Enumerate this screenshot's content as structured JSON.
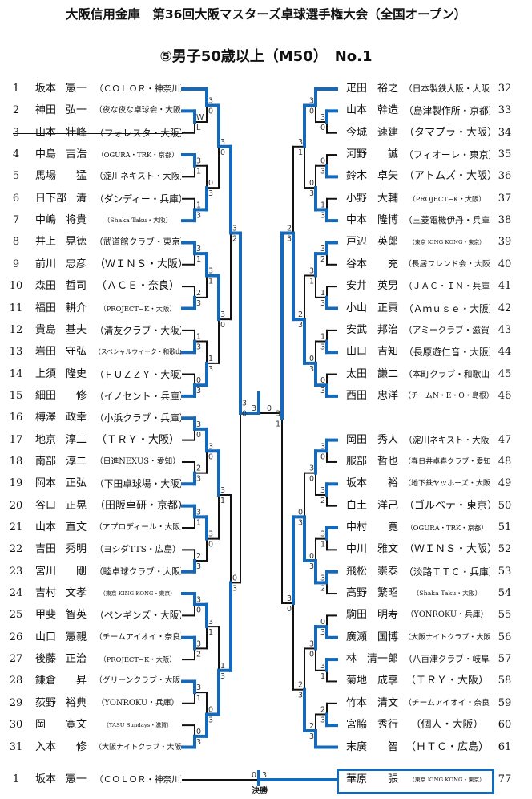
{
  "header": {
    "title": "大阪信用金庫　第36回大阪マスターズ卓球選手権大会（全国オープン）",
    "subtitle": "⑤男子50歳以上（M50）　No.1"
  },
  "colors": {
    "winner_line": "#1569b8",
    "loser_line": "#111111"
  },
  "players_left": [
    {
      "no": "1",
      "surname": "坂本",
      "given": "憲一",
      "team": "（ＣＯＬＯＲ・神奈川）"
    },
    {
      "no": "2",
      "surname": "神田",
      "given": "弘一",
      "team": "（夜な夜な卓球会・大阪）"
    },
    {
      "no": "3",
      "surname": "山本",
      "given": "壮峰",
      "team": "（フォレスタ・大阪）",
      "withdrawn": true
    },
    {
      "no": "4",
      "surname": "中島",
      "given": "吉浩",
      "team": "（OGURA・TRK・京都）"
    },
    {
      "no": "5",
      "surname": "馬場",
      "given": "猛",
      "team": "（淀川ネキスト・大阪）"
    },
    {
      "no": "6",
      "surname": "日下部",
      "given": "清",
      "team": "（ダンディー・兵庫）"
    },
    {
      "no": "7",
      "surname": "中嶋",
      "given": "将貴",
      "team": "（Shaka Taku・大阪）"
    },
    {
      "no": "8",
      "surname": "井上",
      "given": "晃徳",
      "team": "（武道館クラブ・東京）"
    },
    {
      "no": "9",
      "surname": "前川",
      "given": "忠彦",
      "team": "（ＷＩＮＳ・大阪）"
    },
    {
      "no": "10",
      "surname": "森田",
      "given": "哲司",
      "team": "（ＡＣＥ・奈良）"
    },
    {
      "no": "11",
      "surname": "福田",
      "given": "耕介",
      "team": "（PROJECT−K・大阪）"
    },
    {
      "no": "12",
      "surname": "貴島",
      "given": "基夫",
      "team": "（清友クラブ・大阪）"
    },
    {
      "no": "13",
      "surname": "岩田",
      "given": "守弘",
      "team": "（スペシャルウィーク・和歌山）"
    },
    {
      "no": "14",
      "surname": "上須",
      "given": "隆史",
      "team": "（ＦＵＺＺＹ・大阪）"
    },
    {
      "no": "15",
      "surname": "細田",
      "given": "修",
      "team": "（イノセント・兵庫）"
    },
    {
      "no": "16",
      "surname": "榑澤",
      "given": "政幸",
      "team": "（小浜クラブ・兵庫）"
    },
    {
      "no": "17",
      "surname": "地京",
      "given": "淳二",
      "team": "（ＴＲＹ・大阪）"
    },
    {
      "no": "18",
      "surname": "南部",
      "given": "淳二",
      "team": "（日進NEXUS・愛知）"
    },
    {
      "no": "19",
      "surname": "岡本",
      "given": "正弘",
      "team": "（下田卓球場・大阪）"
    },
    {
      "no": "20",
      "surname": "谷口",
      "given": "正晃",
      "team": "（田阪卓研・京都）"
    },
    {
      "no": "21",
      "surname": "山本",
      "given": "直文",
      "team": "（アプロディール・大阪）"
    },
    {
      "no": "22",
      "surname": "吉田",
      "given": "秀明",
      "team": "（ヨシダTTS・広島）"
    },
    {
      "no": "23",
      "surname": "宮川",
      "given": "剛",
      "team": "（睦卓球クラブ・大阪）"
    },
    {
      "no": "24",
      "surname": "吉村",
      "given": "文孝",
      "team": "（東京 KING KONG・東京）"
    },
    {
      "no": "25",
      "surname": "甲斐",
      "given": "智英",
      "team": "（ペンギンズ・大阪）"
    },
    {
      "no": "26",
      "surname": "山口",
      "given": "憲親",
      "team": "（チームアイオイ・奈良）"
    },
    {
      "no": "27",
      "surname": "後藤",
      "given": "正治",
      "team": "（PROJECT−K・大阪）"
    },
    {
      "no": "28",
      "surname": "鎌倉",
      "given": "昇",
      "team": "（グリーンクラブ・大阪）"
    },
    {
      "no": "29",
      "surname": "荻野",
      "given": "裕典",
      "team": "（YONROKU・兵庫）"
    },
    {
      "no": "30",
      "surname": "岡",
      "given": "寛文",
      "team": "（YASU Sundays・滋賀）"
    },
    {
      "no": "31",
      "surname": "入本",
      "given": "修",
      "team": "（大阪ナイトクラブ・大阪）"
    }
  ],
  "players_right": [
    {
      "no": "32",
      "surname": "疋田",
      "given": "裕之",
      "team": "（日本製鉄大阪・大阪）"
    },
    {
      "no": "33",
      "surname": "山本",
      "given": "幹造",
      "team": "（島津製作所・京都）"
    },
    {
      "no": "34",
      "surname": "今城",
      "given": "速建",
      "team": "（タマプラ・大阪）"
    },
    {
      "no": "35",
      "surname": "河野",
      "given": "誠",
      "team": "（フィオーレ・東京）"
    },
    {
      "no": "36",
      "surname": "鈴木",
      "given": "卓矢",
      "team": "（アトムズ・大阪）"
    },
    {
      "no": "37",
      "surname": "小野",
      "given": "大輔",
      "team": "（PROJECT−K・大阪）"
    },
    {
      "no": "38",
      "surname": "中本",
      "given": "隆博",
      "team": "（三菱電機伊丹・兵庫）"
    },
    {
      "no": "39",
      "surname": "戸辺",
      "given": "英郎",
      "team": "（東京 KING KONG・東京）"
    },
    {
      "no": "40",
      "surname": "谷本",
      "given": "充",
      "team": "（長居フレンド会・大阪）"
    },
    {
      "no": "41",
      "surname": "安井",
      "given": "英男",
      "team": "（ＪＡＣ・ＩＮ・兵庫）"
    },
    {
      "no": "42",
      "surname": "小山",
      "given": "正貢",
      "team": "（Ａｍｕｓｅ・大阪）"
    },
    {
      "no": "43",
      "surname": "安武",
      "given": "邦治",
      "team": "（アミークラブ・滋賀）"
    },
    {
      "no": "44",
      "surname": "山口",
      "given": "吉知",
      "team": "（長原遊仁音・大阪）"
    },
    {
      "no": "45",
      "surname": "太田",
      "given": "謙二",
      "team": "（本町クラブ・和歌山）"
    },
    {
      "no": "46",
      "surname": "西田",
      "given": "忠洋",
      "team": "（チームN・E・O・島根）"
    },
    {
      "no": "47",
      "surname": "岡田",
      "given": "秀人",
      "team": "（淀川ネキスト・大阪）"
    },
    {
      "no": "48",
      "surname": "服部",
      "given": "哲也",
      "team": "（春日井卓春クラブ・愛知）"
    },
    {
      "no": "49",
      "surname": "坂本",
      "given": "裕",
      "team": "（地下鉄ヤッホーズ・大阪）"
    },
    {
      "no": "50",
      "surname": "白土",
      "given": "洋己",
      "team": "（ゴルベテ・東京）"
    },
    {
      "no": "51",
      "surname": "中村",
      "given": "寛",
      "team": "（OGURA・TRK・京都）"
    },
    {
      "no": "52",
      "surname": "中川",
      "given": "雅文",
      "team": "（ＷＩＮＳ・大阪）"
    },
    {
      "no": "53",
      "surname": "飛松",
      "given": "崇泰",
      "team": "（淡路ＴＴＣ・兵庫）"
    },
    {
      "no": "54",
      "surname": "高野",
      "given": "繁昭",
      "team": "（Shaka Taku・大阪）"
    },
    {
      "no": "55",
      "surname": "駒田",
      "given": "明寿",
      "team": "（YONROKU・兵庫）"
    },
    {
      "no": "56",
      "surname": "廣瀬",
      "given": "国博",
      "team": "（大阪ナイトクラブ・大阪）"
    },
    {
      "no": "57",
      "surname": "林",
      "given": "清一郎",
      "team": "（八百津クラブ・岐阜）"
    },
    {
      "no": "58",
      "surname": "菊地",
      "given": "成享",
      "team": "（ＴＲＹ・大阪）"
    },
    {
      "no": "59",
      "surname": "竹本",
      "given": "清文",
      "team": "（チームアイオイ・奈良）"
    },
    {
      "no": "60",
      "surname": "宮脇",
      "given": "秀行",
      "team": "（個人・大阪）"
    },
    {
      "no": "61",
      "surname": "末廣",
      "given": "智",
      "team": "（ＨＴＣ・広島）"
    }
  ],
  "bracket_left": {
    "m": [
      {
        "m": [
          {
            "m": [
              {
                "m": [
                  1,
                  {
                    "m": [
                      2,
                      3
                    ],
                    "s": [
                      "W",
                      "L"
                    ],
                    "w": 0
                  }
                ],
                "s": [
                  3,
                  0
                ],
                "w": 0
              },
              {
                "m": [
                  {
                    "m": [
                      4,
                      5
                    ],
                    "s": [
                      3,
                      1
                    ],
                    "w": 0
                  },
                  {
                    "m": [
                      6,
                      7
                    ],
                    "s": [
                      1,
                      3
                    ],
                    "w": 1
                  }
                ],
                "s": [
                  0,
                  3
                ],
                "w": 1
              }
            ],
            "s": [
              3,
              0
            ],
            "w": 0
          },
          {
            "m": [
              {
                "m": [
                  {
                    "m": [
                      8,
                      9
                    ],
                    "s": [
                      3,
                      1
                    ],
                    "w": 0
                  },
                  {
                    "m": [
                      10,
                      11
                    ],
                    "s": [
                      2,
                      3
                    ],
                    "w": 1
                  }
                ],
                "s": [
                  3,
                  1
                ],
                "w": 0
              },
              {
                "m": [
                  {
                    "m": [
                      12,
                      13
                    ],
                    "s": [
                      1,
                      3
                    ],
                    "w": 1
                  },
                  {
                    "m": [
                      14,
                      15
                    ],
                    "s": [
                      0,
                      3
                    ],
                    "w": 1
                  }
                ],
                "s": [
                  1,
                  3
                ],
                "w": 1
              }
            ],
            "s": [
              3,
              0
            ],
            "w": 0
          }
        ],
        "s": [
          3,
          2
        ],
        "w": 0
      },
      {
        "m": [
          {
            "m": [
              {
                "m": [
                  {
                    "m": [
                      16,
                      17
                    ],
                    "s": [
                      3,
                      0
                    ],
                    "w": 0
                  },
                  {
                    "m": [
                      18,
                      19
                    ],
                    "s": [
                      2,
                      3
                    ],
                    "w": 1
                  }
                ],
                "s": [
                  3,
                  0
                ],
                "w": 0
              },
              {
                "m": [
                  {
                    "m": [
                      20,
                      21
                    ],
                    "s": [
                      3,
                      1
                    ],
                    "w": 0
                  },
                  {
                    "m": [
                      22,
                      23
                    ],
                    "s": [
                      2,
                      3
                    ],
                    "w": 1
                  }
                ],
                "s": [
                  3,
                  0
                ],
                "w": 0
              }
            ],
            "s": [
              3,
              1
            ],
            "w": 0
          },
          {
            "m": [
              {
                "m": [
                  {
                    "m": [
                      24,
                      25
                    ],
                    "s": [
                      3,
                      0
                    ],
                    "w": 0
                  },
                  {
                    "m": [
                      26,
                      27
                    ],
                    "s": [
                      3,
                      2
                    ],
                    "w": 0
                  }
                ],
                "s": [
                  3,
                  1
                ],
                "w": 0
              },
              {
                "m": [
                  {
                    "m": [
                      28,
                      29
                    ],
                    "s": [
                      3,
                      1
                    ],
                    "w": 0
                  },
                  {
                    "m": [
                      30,
                      31
                    ],
                    "s": [
                      0,
                      3
                    ],
                    "w": 1
                  }
                ],
                "s": [
                  0,
                  3
                ],
                "w": 1
              }
            ],
            "s": [
              1,
              3
            ],
            "w": 1
          }
        ],
        "s": [
          0,
          3
        ],
        "w": 1
      }
    ],
    "s": [
      3,
      0
    ],
    "w": 0
  },
  "bracket_right": {
    "m": [
      {
        "m": [
          {
            "m": [
              {
                "m": [
                  32,
                  {
                    "m": [
                      33,
                      34
                    ],
                    "s": [
                      3,
                      0
                    ],
                    "w": 0
                  }
                ],
                "s": [
                  3,
                  0
                ],
                "w": 0
              },
              {
                "m": [
                  {
                    "m": [
                      35,
                      36
                    ],
                    "s": [
                      0,
                      3
                    ],
                    "w": 1
                  },
                  {
                    "m": [
                      37,
                      38
                    ],
                    "s": [
                      1,
                      3
                    ],
                    "w": 1
                  }
                ],
                "s": [
                  0,
                  3
                ],
                "w": 1
              }
            ],
            "s": [
              3,
              1
            ],
            "w": 0
          },
          {
            "m": [
              {
                "m": [
                  {
                    "m": [
                      39,
                      40
                    ],
                    "s": [
                      3,
                      2
                    ],
                    "w": 0
                  },
                  {
                    "m": [
                      41,
                      42
                    ],
                    "s": [
                      1,
                      3
                    ],
                    "w": 1
                  }
                ],
                "s": [
                  3,
                  1
                ],
                "w": 0
              },
              {
                "m": [
                  {
                    "m": [
                      43,
                      44
                    ],
                    "s": [
                      1,
                      3
                    ],
                    "w": 1
                  },
                  {
                    "m": [
                      45,
                      46
                    ],
                    "s": [
                      0,
                      3
                    ],
                    "w": 1
                  }
                ],
                "s": [
                  0,
                  3
                ],
                "w": 1
              }
            ],
            "s": [
              2,
              3
            ],
            "w": 1
          }
        ],
        "s": [
          2,
          3
        ],
        "w": 1
      },
      {
        "m": [
          {
            "m": [
              {
                "m": [
                  {
                    "m": [
                      47,
                      48
                    ],
                    "s": [
                      3,
                      0
                    ],
                    "w": 0
                  },
                  {
                    "m": [
                      49,
                      50
                    ],
                    "s": [
                      3,
                      2
                    ],
                    "w": 0
                  }
                ],
                "s": [
                  3,
                  0
                ],
                "w": 0
              },
              {
                "m": [
                  {
                    "m": [
                      51,
                      52
                    ],
                    "s": [
                      3,
                      1
                    ],
                    "w": 0
                  },
                  {
                    "m": [
                      53,
                      54
                    ],
                    "s": [
                      3,
                      2
                    ],
                    "w": 0
                  }
                ],
                "s": [
                  0,
                  3
                ],
                "w": 1
              }
            ],
            "s": [
              0,
              3
            ],
            "w": 1
          },
          {
            "m": [
              {
                "m": [
                  {
                    "m": [
                      55,
                      56
                    ],
                    "s": [
                      0,
                      3
                    ],
                    "w": 1
                  },
                  {
                    "m": [
                      57,
                      58
                    ],
                    "s": [
                      3,
                      1
                    ],
                    "w": 0
                  }
                ],
                "s": [
                  3,
                  0
                ],
                "w": 0
              },
              {
                "m": [
                  {
                    "m": [
                      59,
                      60
                    ],
                    "s": [
                      2,
                      3
                    ],
                    "w": 1
                  },
                  61
                ],
                "s": [
                  2,
                  3
                ],
                "w": 1
              }
            ],
            "s": [
              2,
              3
            ],
            "w": 1
          }
        ],
        "s": [
          3,
          0
        ],
        "w": 0
      }
    ],
    "s": [
      3,
      1
    ],
    "w": 0
  },
  "block_final": {
    "scores": [
      3,
      0
    ],
    "winner": "left"
  },
  "championship": {
    "label": "決勝",
    "left": {
      "no": "1",
      "surname": "坂本",
      "given": "憲一",
      "team": "（ＣＯＬＯＲ・神奈川）"
    },
    "right": {
      "no": "77",
      "surname": "華原",
      "given": "張",
      "team": "（東京 KING KONG・東京）"
    },
    "scores": [
      0,
      3
    ],
    "winner": "right"
  }
}
